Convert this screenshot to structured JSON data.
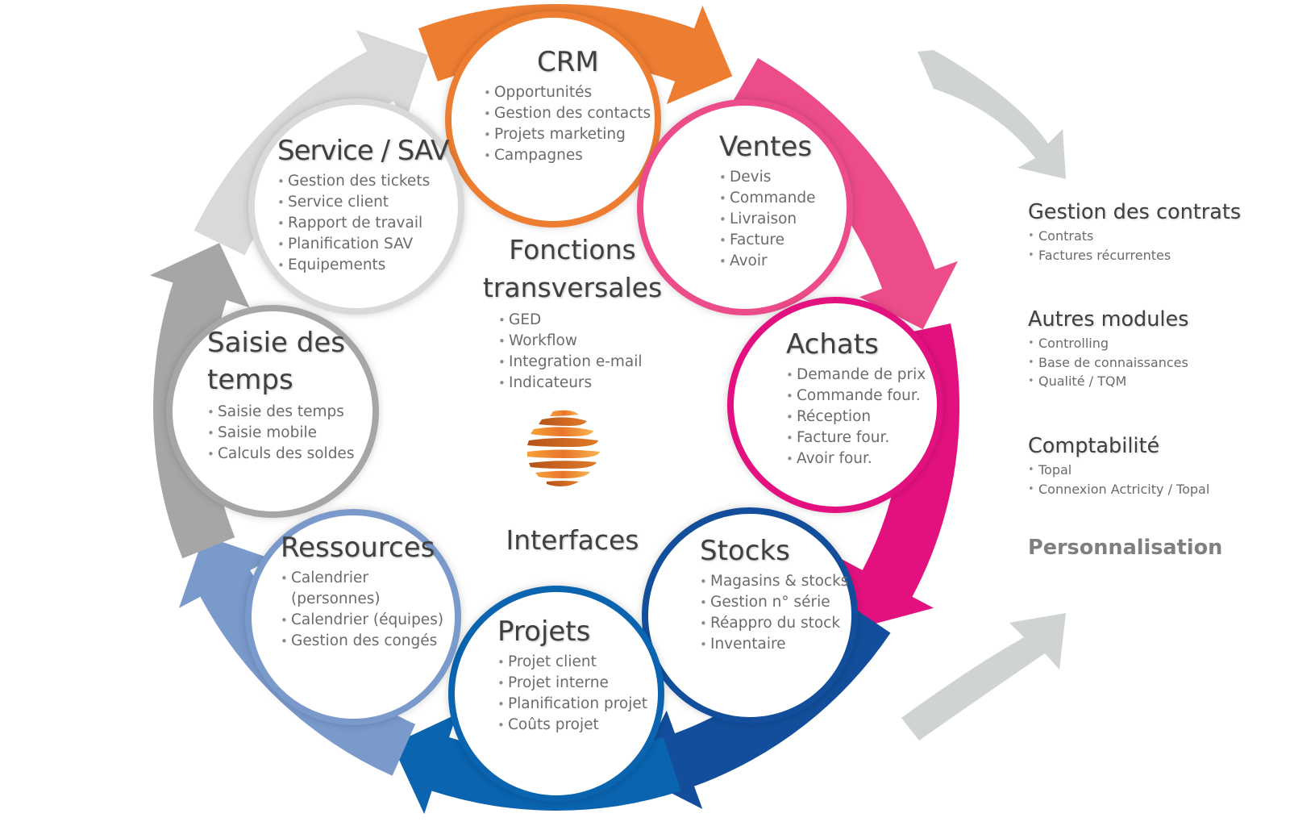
{
  "colors": {
    "crm": "#ED7D31",
    "ventes": "#EC4C8A",
    "achats": "#E3117F",
    "stocks": "#124E9B",
    "projets": "#0A64B0",
    "ressources": "#7A9ACB",
    "saisie": "#A6A6A6",
    "service": "#D9D9D9",
    "side_arrows": "#D0D3D4"
  },
  "center": {
    "title_line1": "Fonctions",
    "title_line2": "transversales",
    "items": [
      "GED",
      "Workflow",
      "Integration e-mail",
      "Indicateurs"
    ],
    "interfaces": "Interfaces",
    "logo_icon": "striped-orange-sphere"
  },
  "modules": {
    "crm": {
      "title": "CRM",
      "items": [
        "Opportunités",
        "Gestion des contacts",
        "Projets marketing",
        "Campagnes"
      ]
    },
    "ventes": {
      "title": "Ventes",
      "items": [
        "Devis",
        "Commande",
        "Livraison",
        "Facture",
        "Avoir"
      ]
    },
    "achats": {
      "title": "Achats",
      "items": [
        "Demande de prix",
        "Commande four.",
        "Réception",
        "Facture four.",
        "Avoir four."
      ]
    },
    "stocks": {
      "title": "Stocks",
      "items": [
        "Magasins & stocks",
        "Gestion n° série",
        "Réappro du stock",
        "Inventaire"
      ]
    },
    "projets": {
      "title": "Projets",
      "items": [
        "Projet client",
        "Projet interne",
        "Planification projet",
        "Coûts projet"
      ]
    },
    "ressources": {
      "title": "Ressources",
      "items": [
        "Calendrier",
        "(personnes)",
        "Calendrier (équipes)",
        "Gestion des congés"
      ]
    },
    "saisie": {
      "title_line1": "Saisie des",
      "title_line2": "temps",
      "items": [
        "Saisie des temps",
        "Saisie mobile",
        "Calculs des soldes"
      ]
    },
    "service": {
      "title": "Service / SAV",
      "items": [
        "Gestion des tickets",
        "Service client",
        "Rapport de travail",
        "Planification SAV",
        "Equipements"
      ]
    }
  },
  "side": {
    "contrats": {
      "title": "Gestion des contrats",
      "items": [
        "Contrats",
        "Factures récurrentes"
      ]
    },
    "autres": {
      "title": "Autres modules",
      "items": [
        "Controlling",
        "Base de connaissances",
        "Qualité / TQM"
      ]
    },
    "compta": {
      "title": "Comptabilité",
      "items": [
        "Topal",
        "Connexion Actricity / Topal"
      ]
    },
    "personnalisation": "Personnalisation"
  }
}
